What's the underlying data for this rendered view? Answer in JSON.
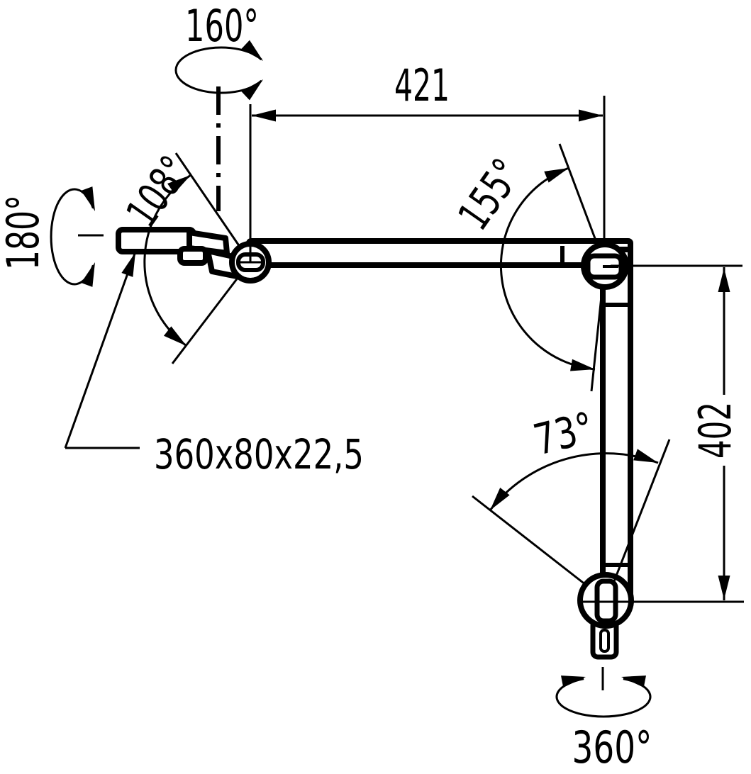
{
  "colors": {
    "ink": "#000000",
    "paper": "#ffffff"
  },
  "drawing": {
    "labels": {
      "rotation_head_pan": "160°",
      "angle_head_joint": "108°",
      "rotation_head_roll": "180°",
      "length_upper_arm": "421",
      "angle_elbow_joint": "155°",
      "length_lower_arm": "402",
      "angle_base_joint": "73°",
      "rotation_base": "360°",
      "head_plate_size": "360x80x22,5"
    }
  }
}
